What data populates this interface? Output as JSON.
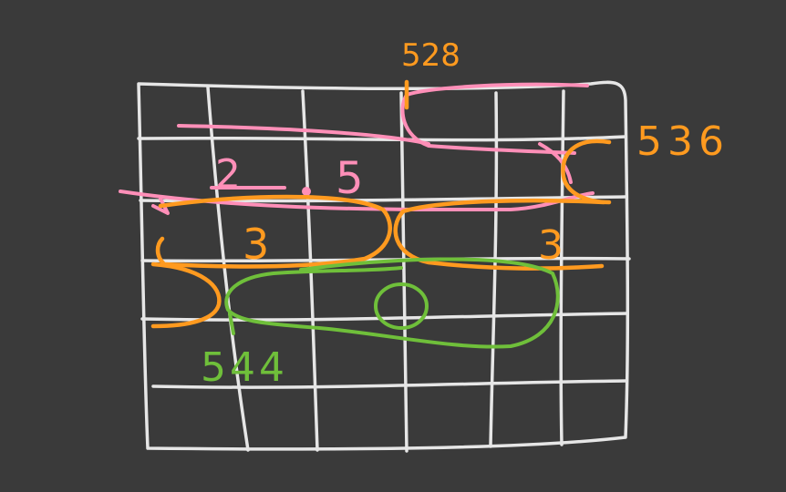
{
  "colors": {
    "background": "#3a3a3a",
    "grid": "#e6e6e6",
    "pink": "#ff8fb8",
    "orange": "#ff9a1f",
    "green": "#6fbf3a"
  },
  "labels": {
    "top_number": "528",
    "right_number": "536",
    "row2_left_number": "2",
    "row2_mid_number": "5",
    "row3_left_number": "3",
    "row3_right_number": "3",
    "bottom_left_number": "544"
  }
}
